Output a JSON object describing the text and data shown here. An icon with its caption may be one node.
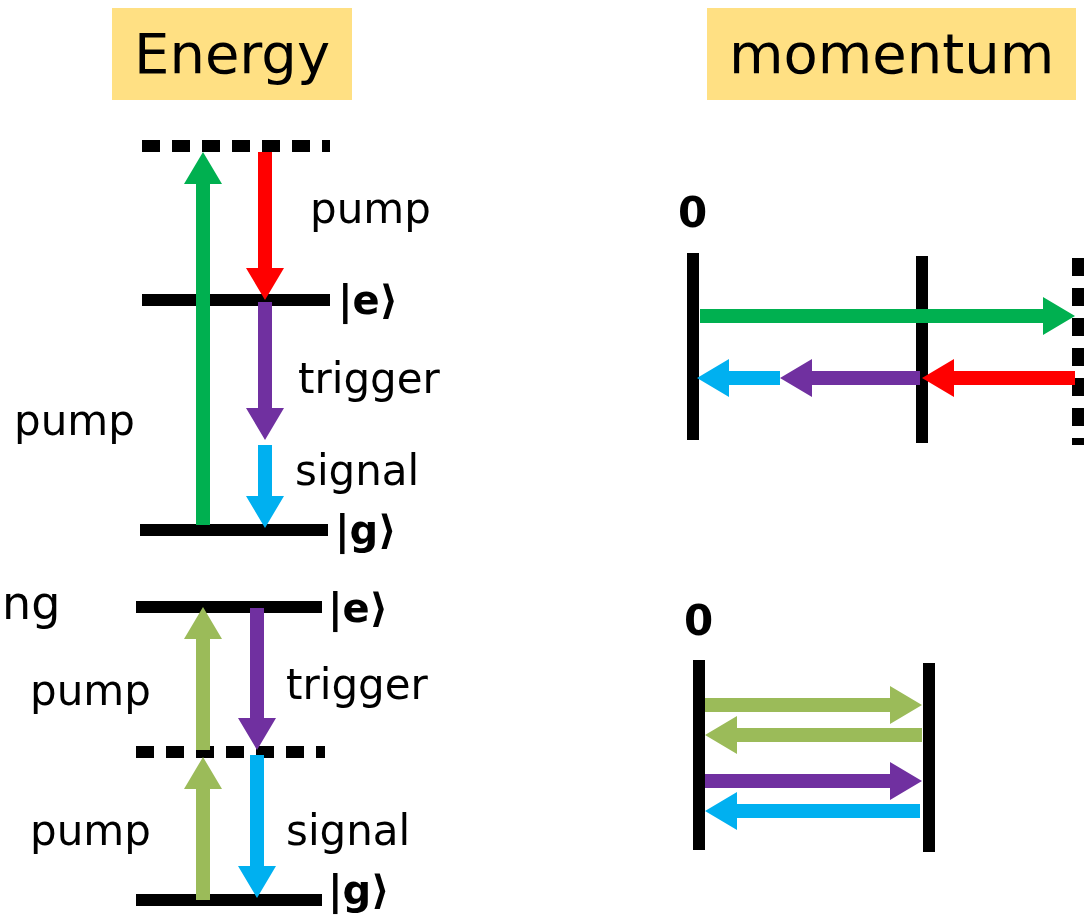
{
  "diagram": {
    "labels": [
      "Energy",
      "momentum",
      "pump",
      "0",
      "|e⟩",
      "trigger",
      "pump",
      "signal",
      "|g⟩",
      "ng",
      "|e⟩",
      "0",
      "pump",
      "trigger",
      "pump",
      "signal",
      "|g⟩"
    ]
  }
}
